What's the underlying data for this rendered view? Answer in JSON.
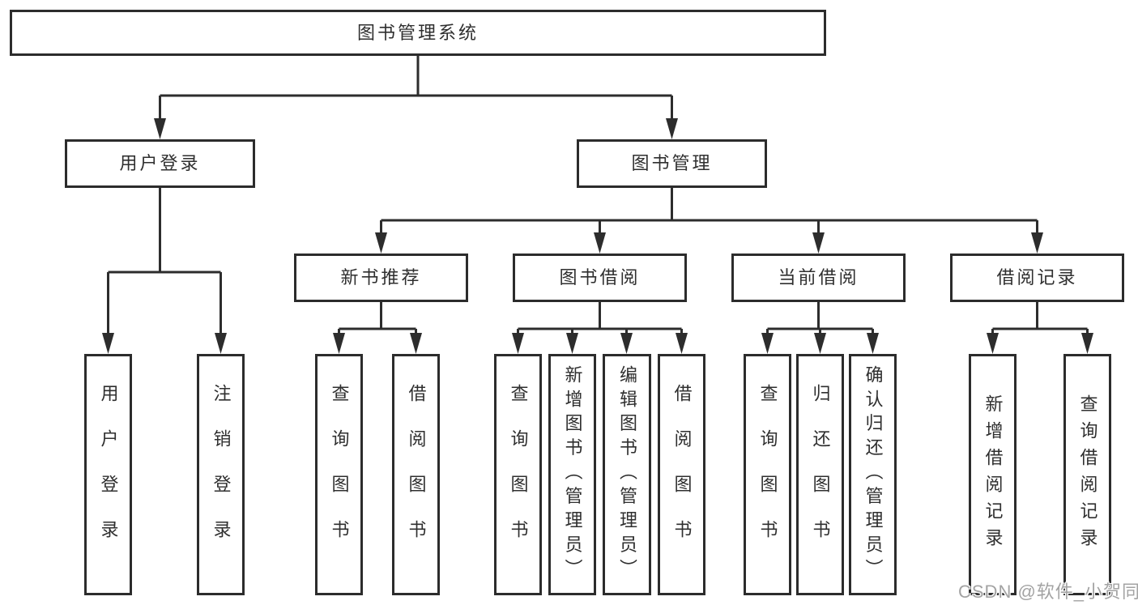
{
  "tree": {
    "root": {
      "label": "图书管理系统",
      "children": [
        {
          "label": "用户登录",
          "children": [
            {
              "label": "用户登录"
            },
            {
              "label": "注销登录"
            }
          ]
        },
        {
          "label": "图书管理",
          "children": [
            {
              "label": "新书推荐",
              "children": [
                {
                  "label": "查询图书"
                },
                {
                  "label": "借阅图书"
                }
              ]
            },
            {
              "label": "图书借阅",
              "children": [
                {
                  "label": "查询图书"
                },
                {
                  "label": "新增图书（管理员）"
                },
                {
                  "label": "编辑图书（管理员）"
                },
                {
                  "label": "借阅图书"
                }
              ]
            },
            {
              "label": "当前借阅",
              "children": [
                {
                  "label": "查询图书"
                },
                {
                  "label": "归还图书"
                },
                {
                  "label": "确认归还（管理员）"
                }
              ]
            },
            {
              "label": "借阅记录",
              "children": [
                {
                  "label": "新增借阅记录"
                },
                {
                  "label": "查询借阅记录"
                }
              ]
            }
          ]
        }
      ]
    }
  },
  "watermark": {
    "text": "CSDN @软件_小贺同学"
  },
  "colors": {
    "line": "#2d2d2d",
    "box_border": "#2c2c2c",
    "box_background": "#ffffff",
    "text": "#2f2f2f",
    "watermark": "#a3a3a3"
  }
}
